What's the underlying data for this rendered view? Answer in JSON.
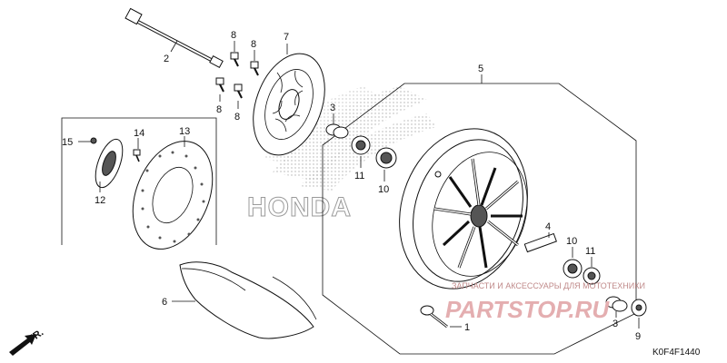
{
  "callouts": [
    {
      "id": "c2",
      "text": "2"
    },
    {
      "id": "c8a",
      "text": "8"
    },
    {
      "id": "c8b",
      "text": "8"
    },
    {
      "id": "c8c",
      "text": "8"
    },
    {
      "id": "c8d",
      "text": "8"
    },
    {
      "id": "c7",
      "text": "7"
    },
    {
      "id": "c3a",
      "text": "3"
    },
    {
      "id": "c11a",
      "text": "11"
    },
    {
      "id": "c10a",
      "text": "10"
    },
    {
      "id": "c5",
      "text": "5"
    },
    {
      "id": "c15",
      "text": "15"
    },
    {
      "id": "c14",
      "text": "14"
    },
    {
      "id": "c13",
      "text": "13"
    },
    {
      "id": "c12",
      "text": "12"
    },
    {
      "id": "c6",
      "text": "6"
    },
    {
      "id": "c4",
      "text": "4"
    },
    {
      "id": "c10b",
      "text": "10"
    },
    {
      "id": "c11b",
      "text": "11"
    },
    {
      "id": "c1",
      "text": "1"
    },
    {
      "id": "c3b",
      "text": "3"
    },
    {
      "id": "c9",
      "text": "9"
    }
  ],
  "direction_label": "FR.",
  "diagram_code": "K0F4F1440",
  "background_logo": "HONDA",
  "watermark": {
    "tagline": "ЗАПЧАСТИ И АКСЕССУАРЫ ДЛЯ МОТОТЕХНИКИ",
    "brand": "PARTS",
    "brand_mid": "TOP",
    "brand_suffix": ".RU"
  }
}
